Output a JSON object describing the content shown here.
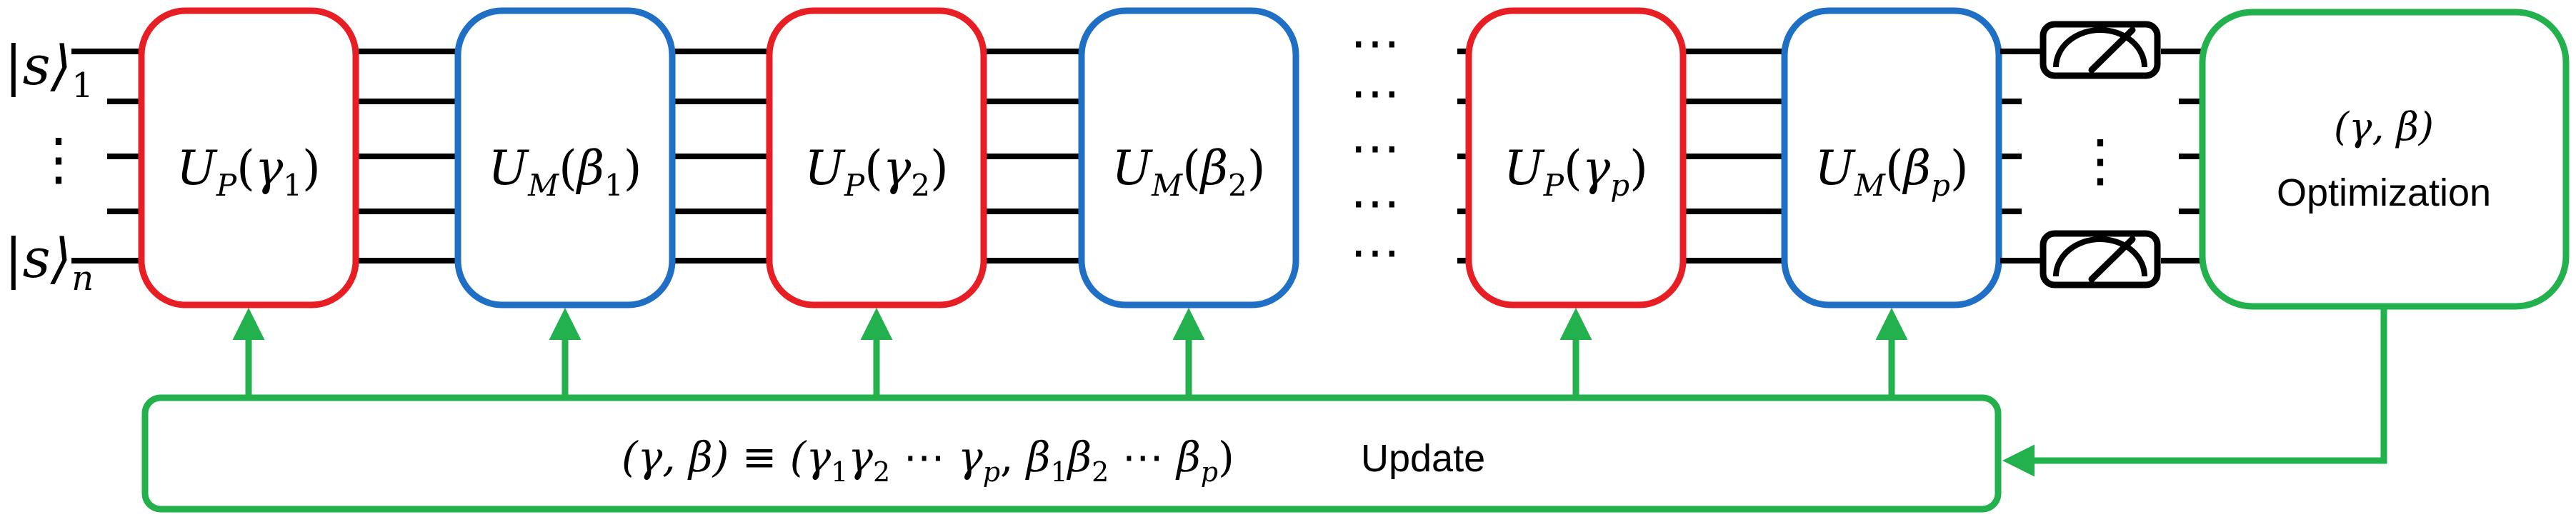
{
  "qubits": {
    "first": "|s⟩",
    "first_sub": "1",
    "last": "|s⟩",
    "last_sub": "n",
    "vdots": "⋮"
  },
  "gates": [
    {
      "op": "U",
      "op_sub": "P",
      "param": "γ",
      "param_sub": "1",
      "color": "#e81e25"
    },
    {
      "op": "U",
      "op_sub": "M",
      "param": "β",
      "param_sub": "1",
      "color": "#1f6fc5"
    },
    {
      "op": "U",
      "op_sub": "P",
      "param": "γ",
      "param_sub": "2",
      "color": "#e81e25"
    },
    {
      "op": "U",
      "op_sub": "M",
      "param": "β",
      "param_sub": "2",
      "color": "#1f6fc5"
    },
    {
      "op": "U",
      "op_sub": "P",
      "param": "γ",
      "param_sub": "p",
      "color": "#e81e25"
    },
    {
      "op": "U",
      "op_sub": "M",
      "param": "β",
      "param_sub": "p",
      "color": "#1f6fc5"
    }
  ],
  "ellipsis": "⋯",
  "measure": {
    "vdots": "⋮"
  },
  "optimizer": {
    "params": "(γ, β)",
    "label": "Optimization",
    "color": "#22b14c"
  },
  "update": {
    "lhs": "(γ, β) ≡ (",
    "label": "Update",
    "color": "#22b14c"
  },
  "colors": {
    "wire": "#000000",
    "problem": "#e81e25",
    "mixer": "#1f6fc5",
    "classical": "#22b14c"
  }
}
